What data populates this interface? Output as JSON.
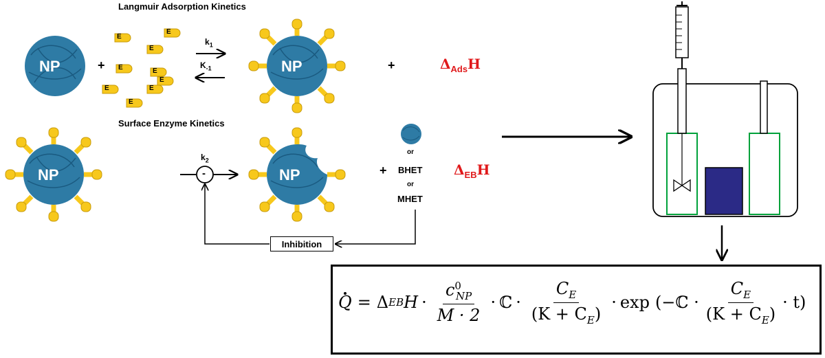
{
  "titles": {
    "langmuir": "Langmuir Adsorption Kinetics",
    "surface": "Surface Enzyme Kinetics"
  },
  "nanoparticle_label": "NP",
  "enzyme_label": "E",
  "rates": {
    "k1": "k",
    "k1_sub": "1",
    "kminus1": "K",
    "kminus1_sub": "-1",
    "k2": "k",
    "k2_sub": "2"
  },
  "enthalpy": {
    "ads_delta": "Δ",
    "ads_sub": "Ads",
    "ads_h": "H",
    "eb_delta": "Δ",
    "eb_sub": "EB",
    "eb_h": "H"
  },
  "operators": {
    "plus": "+",
    "minus": "-"
  },
  "products": {
    "or1": "or",
    "bhet": "BHET",
    "or2": "or",
    "mhet": "MHET"
  },
  "inhibition": "Inhibition",
  "equation": {
    "lhs": "Q",
    "eq": "=",
    "delta": "Δ",
    "delta_sub": "EB",
    "h": "H",
    "dot": "·",
    "c": "c",
    "c_sup": "0",
    "c_sub": "NP",
    "den1": "M · 2",
    "cc": "ℂ",
    "ce_num": "C",
    "ce_num_sub": "E",
    "ce_den": "(K + C",
    "ce_den_sub": "E",
    "ce_den_close": ")",
    "exp": "exp",
    "open": "(−ℂ ·",
    "t": "· t)"
  },
  "colors": {
    "np": "#2e7ba5",
    "enzyme": "#f7c81c",
    "enzyme_edge": "#c79a0a",
    "red": "#e0191b",
    "green": "#00a13a",
    "navy": "#2b2a86"
  }
}
